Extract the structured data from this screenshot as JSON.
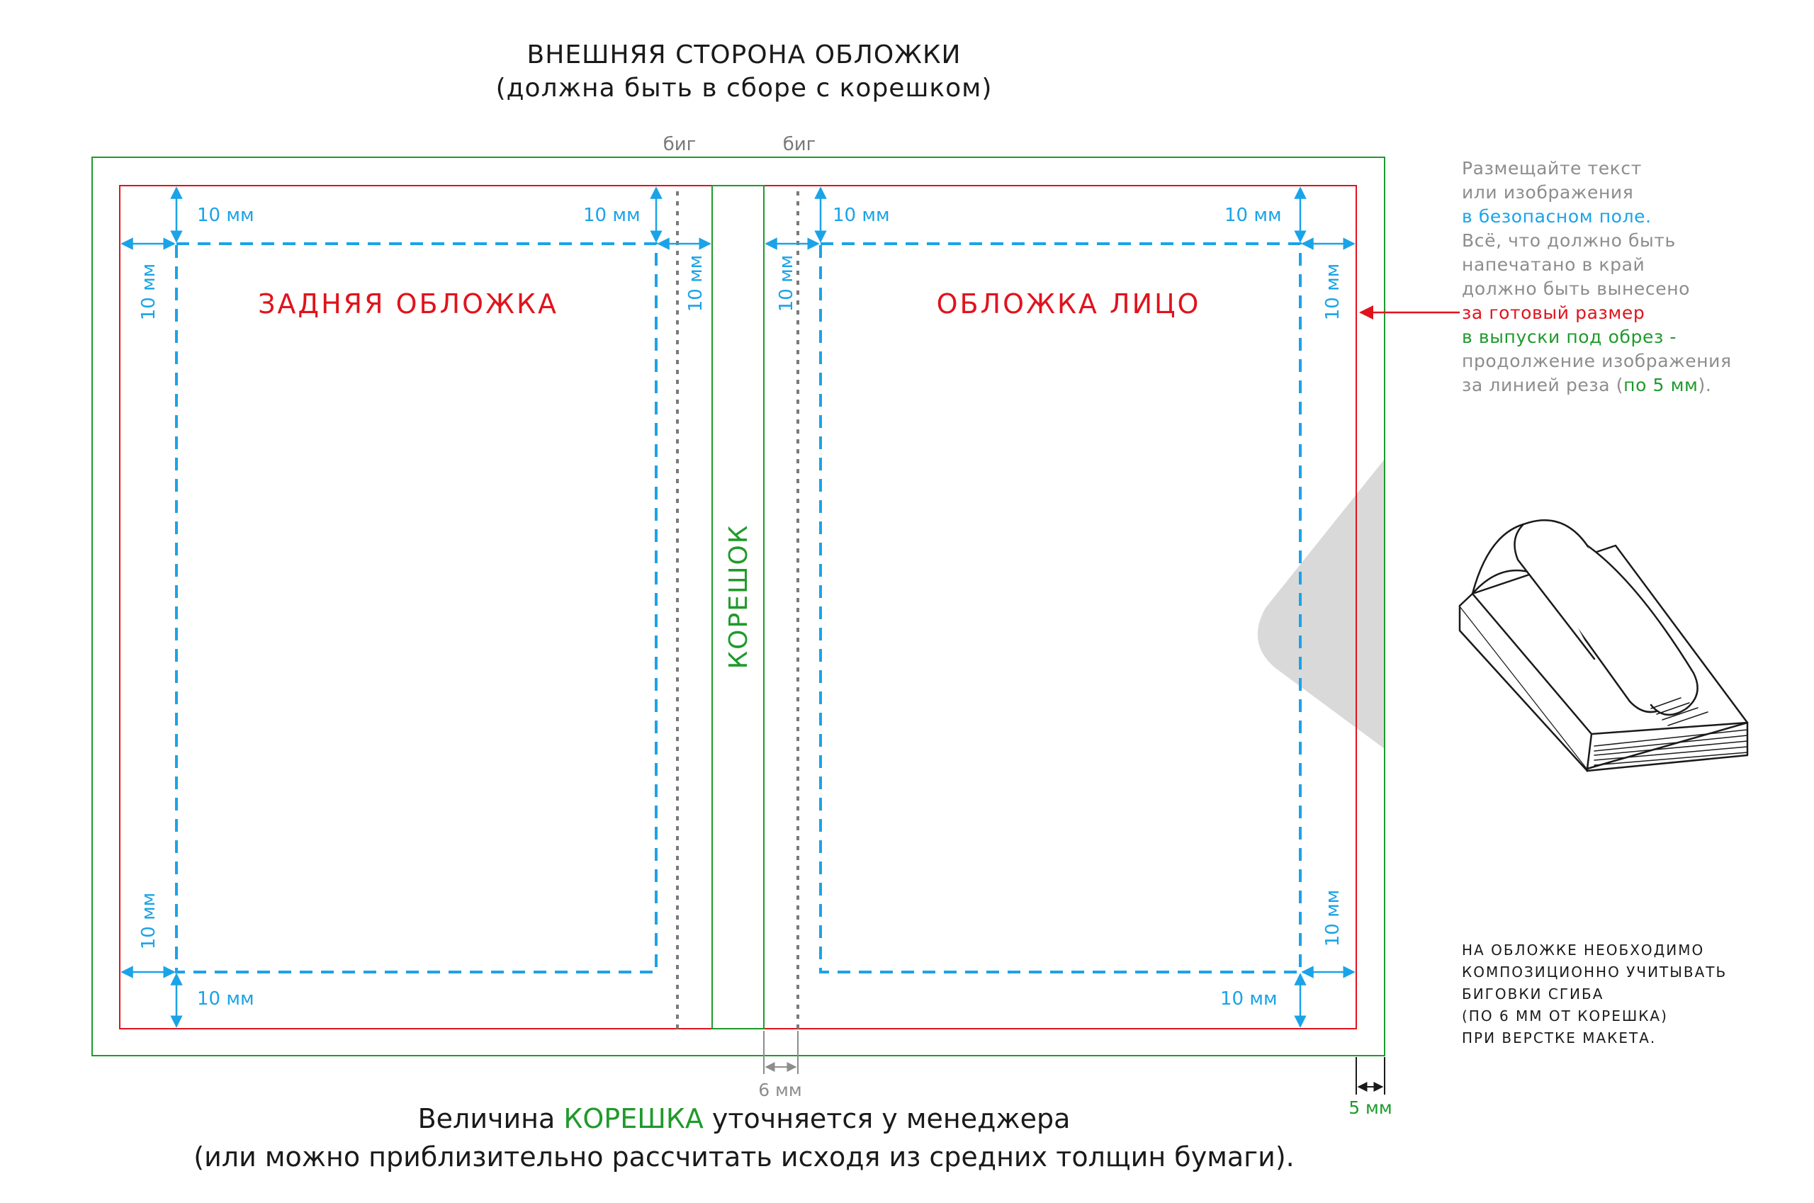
{
  "title": {
    "line1": "ВНЕШНЯЯ СТОРОНА ОБЛОЖКИ",
    "line2": "(должна быть в сборе с корешком)"
  },
  "crease_labels": {
    "left": "биг",
    "right": "биг"
  },
  "panels": {
    "back": "ЗАДНЯЯ ОБЛОЖКА",
    "front": "ОБЛОЖКА ЛИЦО",
    "spine": "КОРЕШОК"
  },
  "dimensions": {
    "margin": "10 мм",
    "crease_offset": "6 мм",
    "bleed": "5 мм"
  },
  "side_note": {
    "line1": "Размещайте текст",
    "line2": "или изображения",
    "line3": "в безопасном поле.",
    "line4": "Всё, что должно быть",
    "line5": "напечатано в край",
    "line6": "должно быть вынесено",
    "line7": "за готовый размер",
    "line8": "в выпуски под обрез -",
    "line9": "продолжение изображения",
    "line10_a": "за линией реза (",
    "line10_b": "по 5 мм",
    "line10_c": ")."
  },
  "crease_note": {
    "line1": "НА ОБЛОЖКЕ НЕОБХОДИМО",
    "line2": "КОМПОЗИЦИОННО УЧИТЫВАТЬ",
    "line3": "БИГОВКИ СГИБА",
    "line4": "(ПО 6 ММ ОТ КОРЕШКА)",
    "line5": "ПРИ ВЕРСТКЕ МАКЕТА."
  },
  "footer": {
    "line1_a": "Величина ",
    "line1_b": "КОРЕШКА",
    "line1_c": " уточняется у менеджера",
    "line2": "(или можно приблизительно рассчитать исходя из средних толщин бумаги)."
  },
  "colors": {
    "bleed_line": "#1f9a2c",
    "trim_line": "#e0131d",
    "safe_zone": "#1ba3e8",
    "crease_line": "#7a7a7a",
    "spine_line": "#1f9a2c"
  },
  "icons": {
    "book": "open-book-icon"
  }
}
